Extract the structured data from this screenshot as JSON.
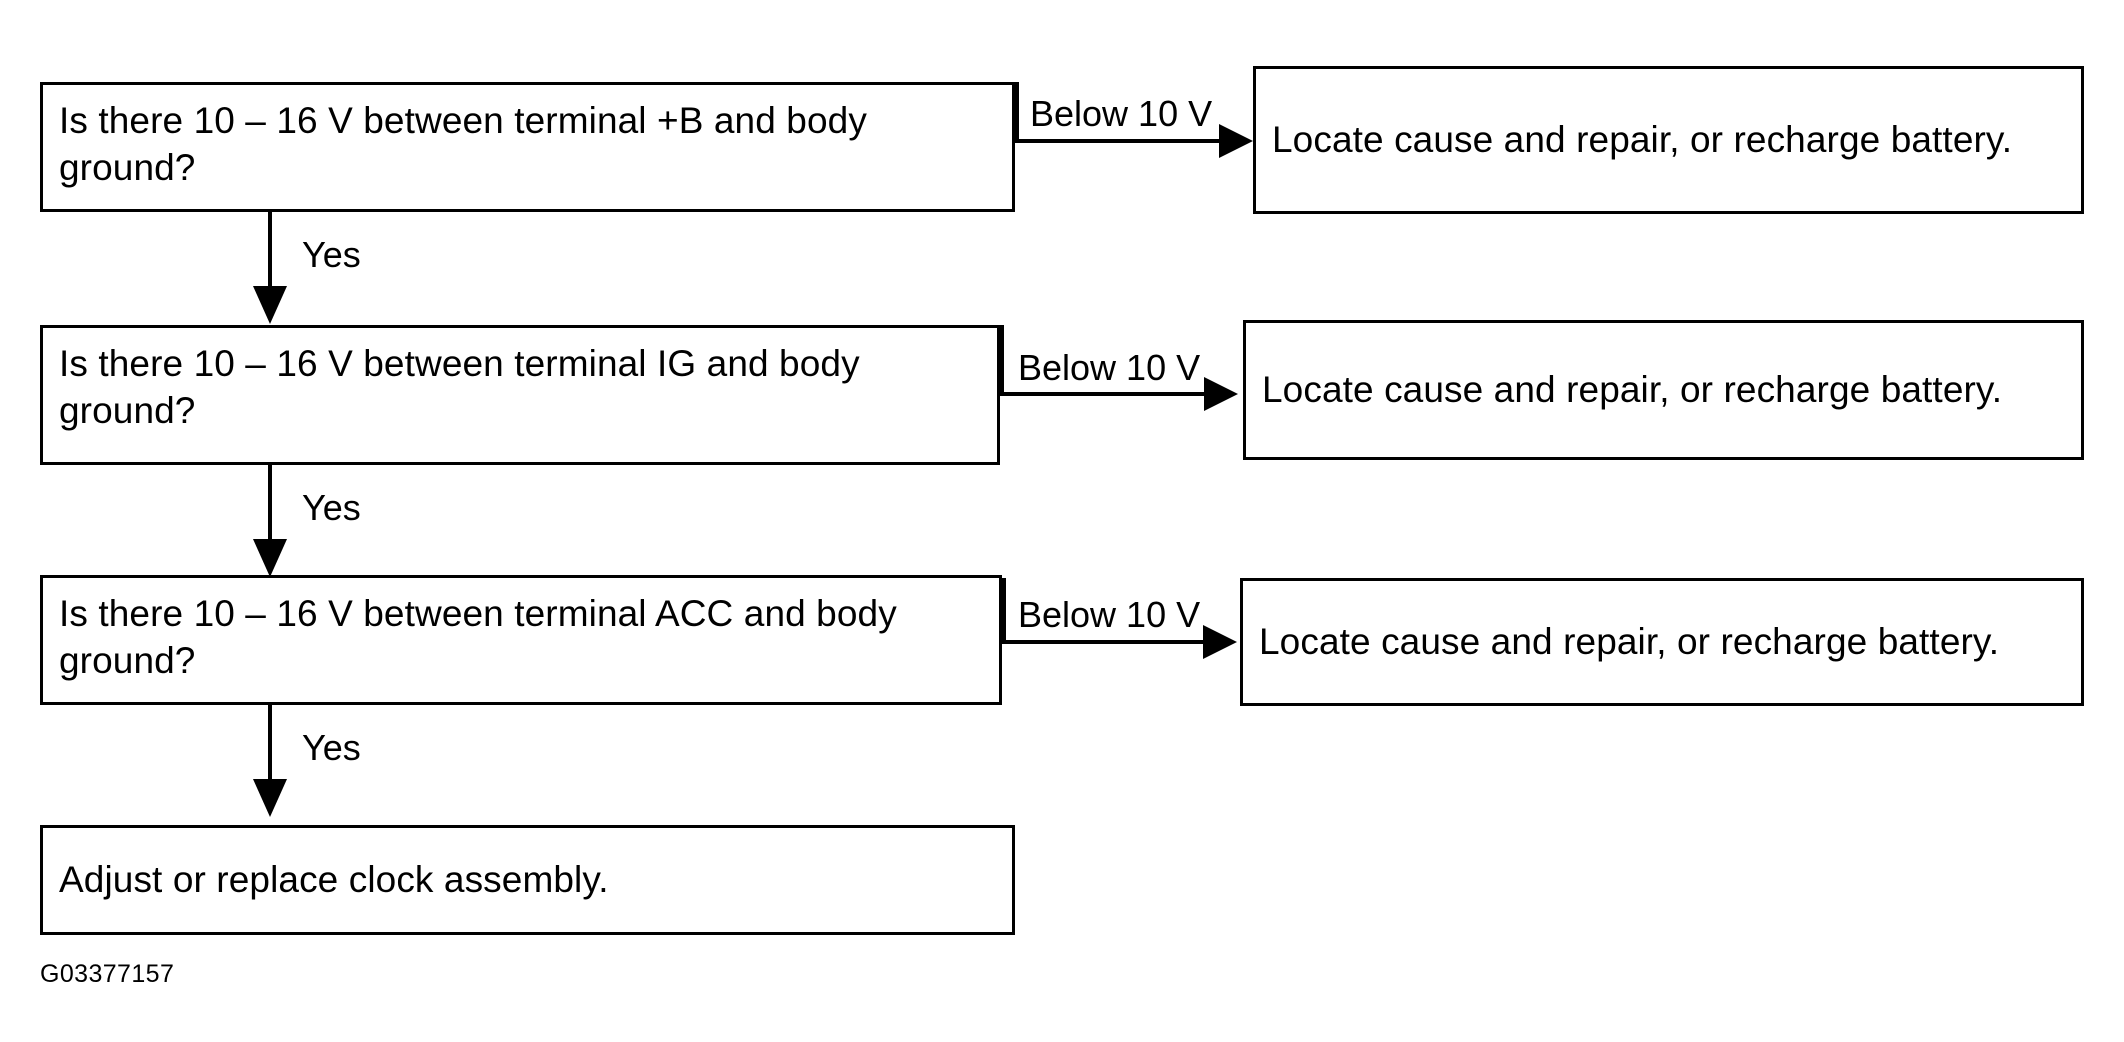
{
  "diagram": {
    "caption": "G03377157",
    "nodes": [
      {
        "id": "q1",
        "text": "Is there 10 – 16 V between terminal +B and body\nground?"
      },
      {
        "id": "q2",
        "text": "Is there 10 – 16 V between terminal IG and body\nground?"
      },
      {
        "id": "q3",
        "text": "Is there 10 – 16 V between terminal ACC and body\nground?"
      },
      {
        "id": "final",
        "text": "Adjust or replace clock assembly."
      },
      {
        "id": "r1",
        "text": "Locate cause and repair, or recharge battery."
      },
      {
        "id": "r2",
        "text": "Locate cause and repair, or recharge battery."
      },
      {
        "id": "r3",
        "text": "Locate cause and repair, or recharge battery."
      }
    ],
    "edge_labels": {
      "below1": "Below 10 V",
      "below2": "Below 10 V",
      "below3": "Below 10 V",
      "yes1": "Yes",
      "yes2": "Yes",
      "yes3": "Yes"
    },
    "colors": {
      "stroke": "#000000",
      "background": "#ffffff",
      "text": "#000000"
    }
  }
}
